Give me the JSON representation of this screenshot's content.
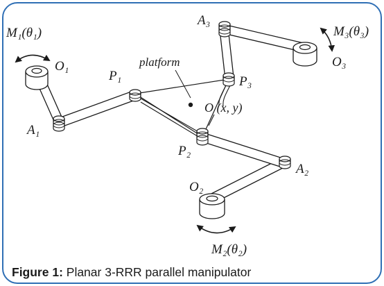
{
  "labels": {
    "m1": "M₁(θ₁)",
    "m2": "M₂(θ₂)",
    "m3": "M₃(θ₃)",
    "o1": "O₁",
    "o2": "O₂",
    "o3": "O₃",
    "a1": "A₁",
    "a2": "A₂",
    "a3": "A₃",
    "p1": "P₁",
    "p2": "P₂",
    "p3": "P₃",
    "platform": "platform",
    "center": "O (x, y)"
  },
  "caption": {
    "prefix": "Figure 1:",
    "text": " Planar 3-RRR parallel manipulator"
  },
  "colors": {
    "border": "#2f6fb5",
    "ink": "#1a1a1a",
    "fill": "#ffffff"
  }
}
